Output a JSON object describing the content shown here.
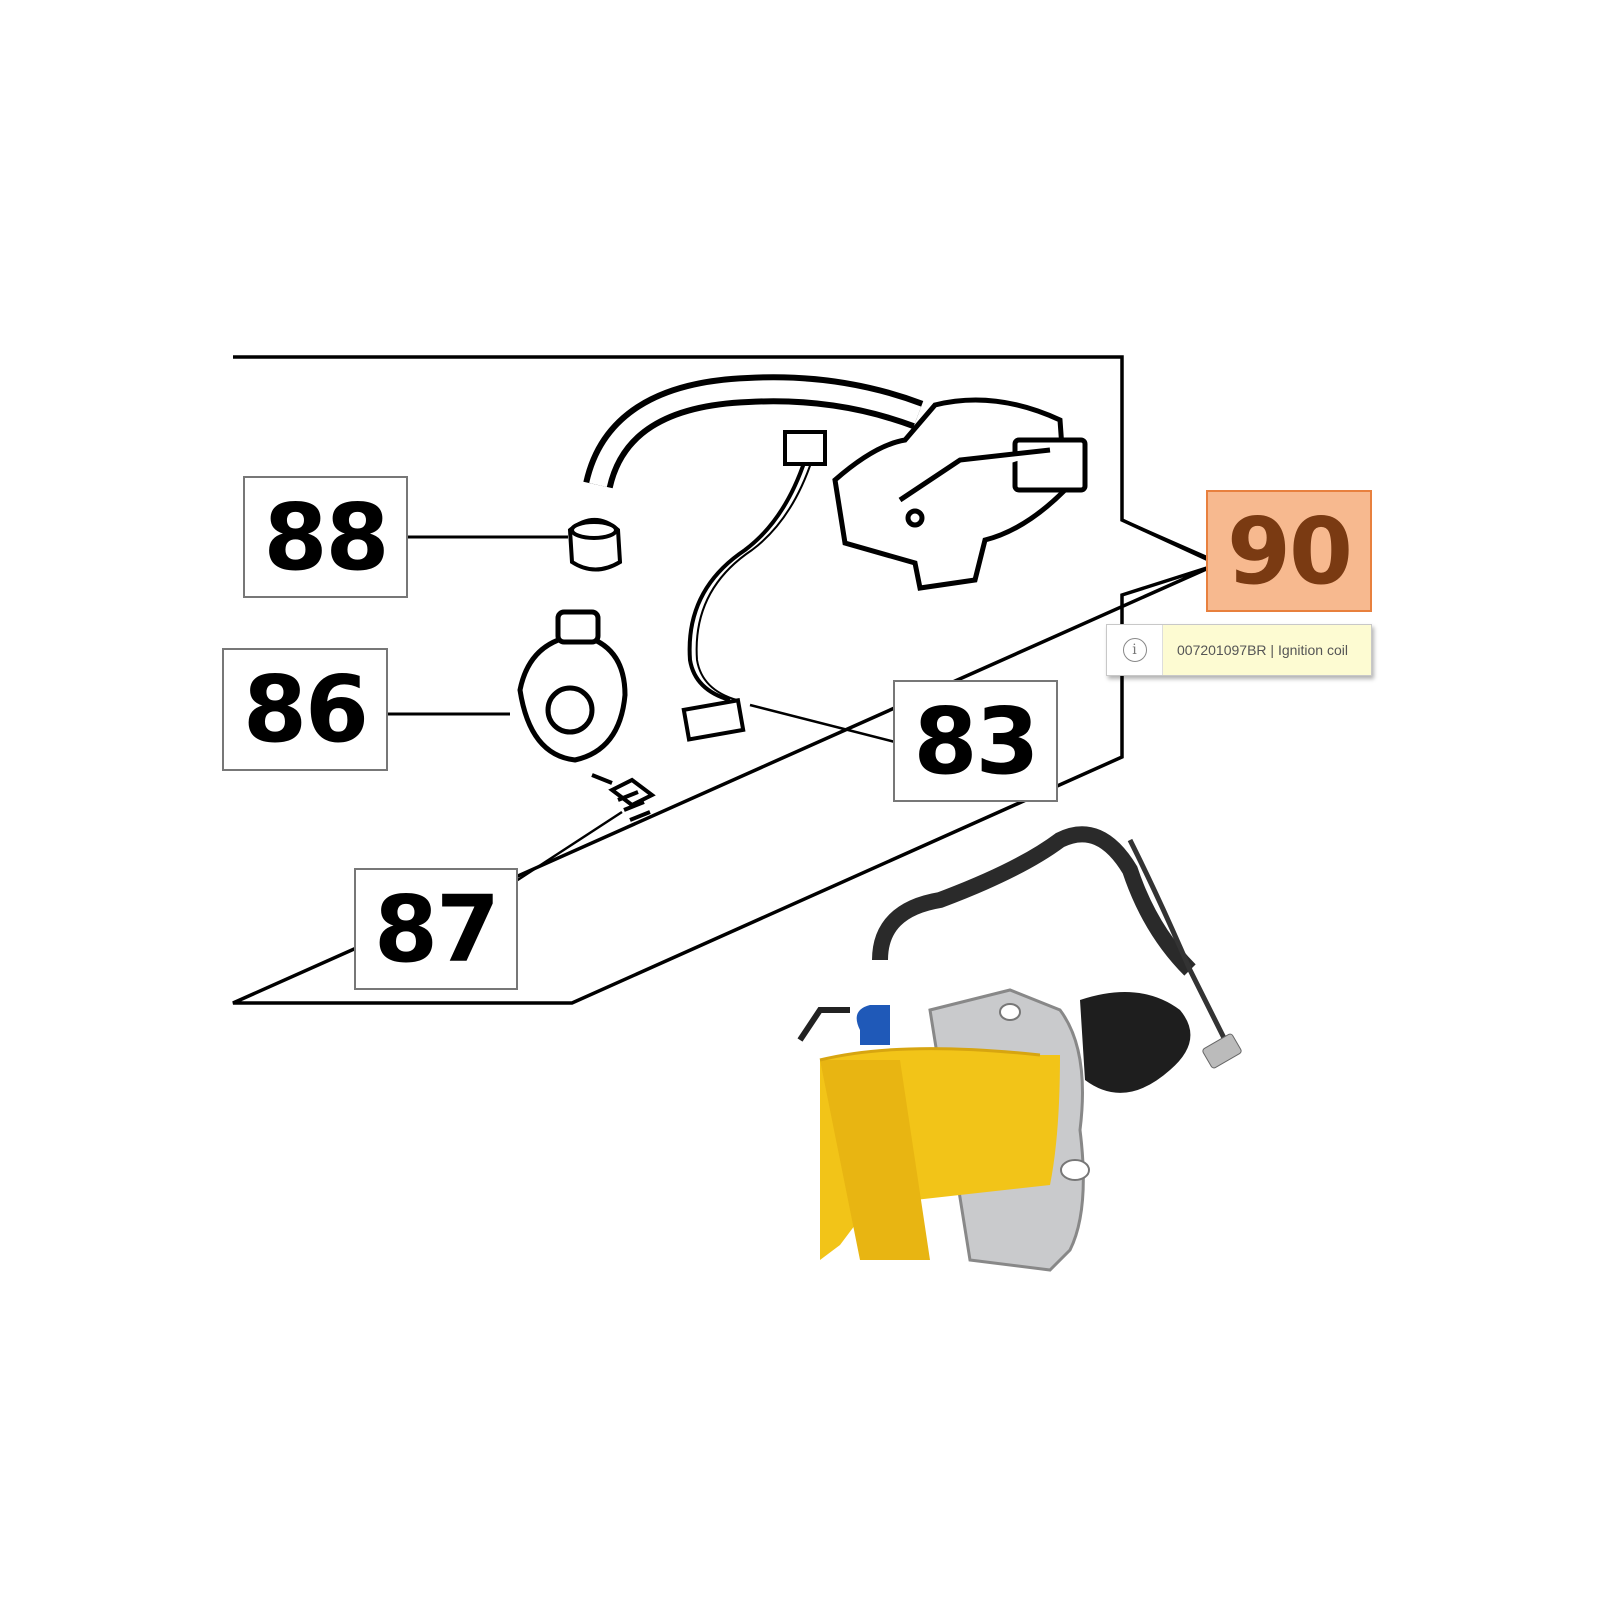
{
  "callouts": [
    {
      "number": "88",
      "active": false
    },
    {
      "number": "86",
      "active": false
    },
    {
      "number": "87",
      "active": false
    },
    {
      "number": "83",
      "active": false
    },
    {
      "number": "90",
      "active": true
    }
  ],
  "tooltip": {
    "icon": "info-icon",
    "icon_glyph": "i",
    "text": "007201097BR | Ignition coil"
  },
  "colors": {
    "highlight_fill": "#f7b98f",
    "highlight_border": "#e8803e",
    "highlight_text": "#7a3a12",
    "tooltip_bg": "#fdfbd2",
    "coil_yellow": "#f2c418"
  }
}
